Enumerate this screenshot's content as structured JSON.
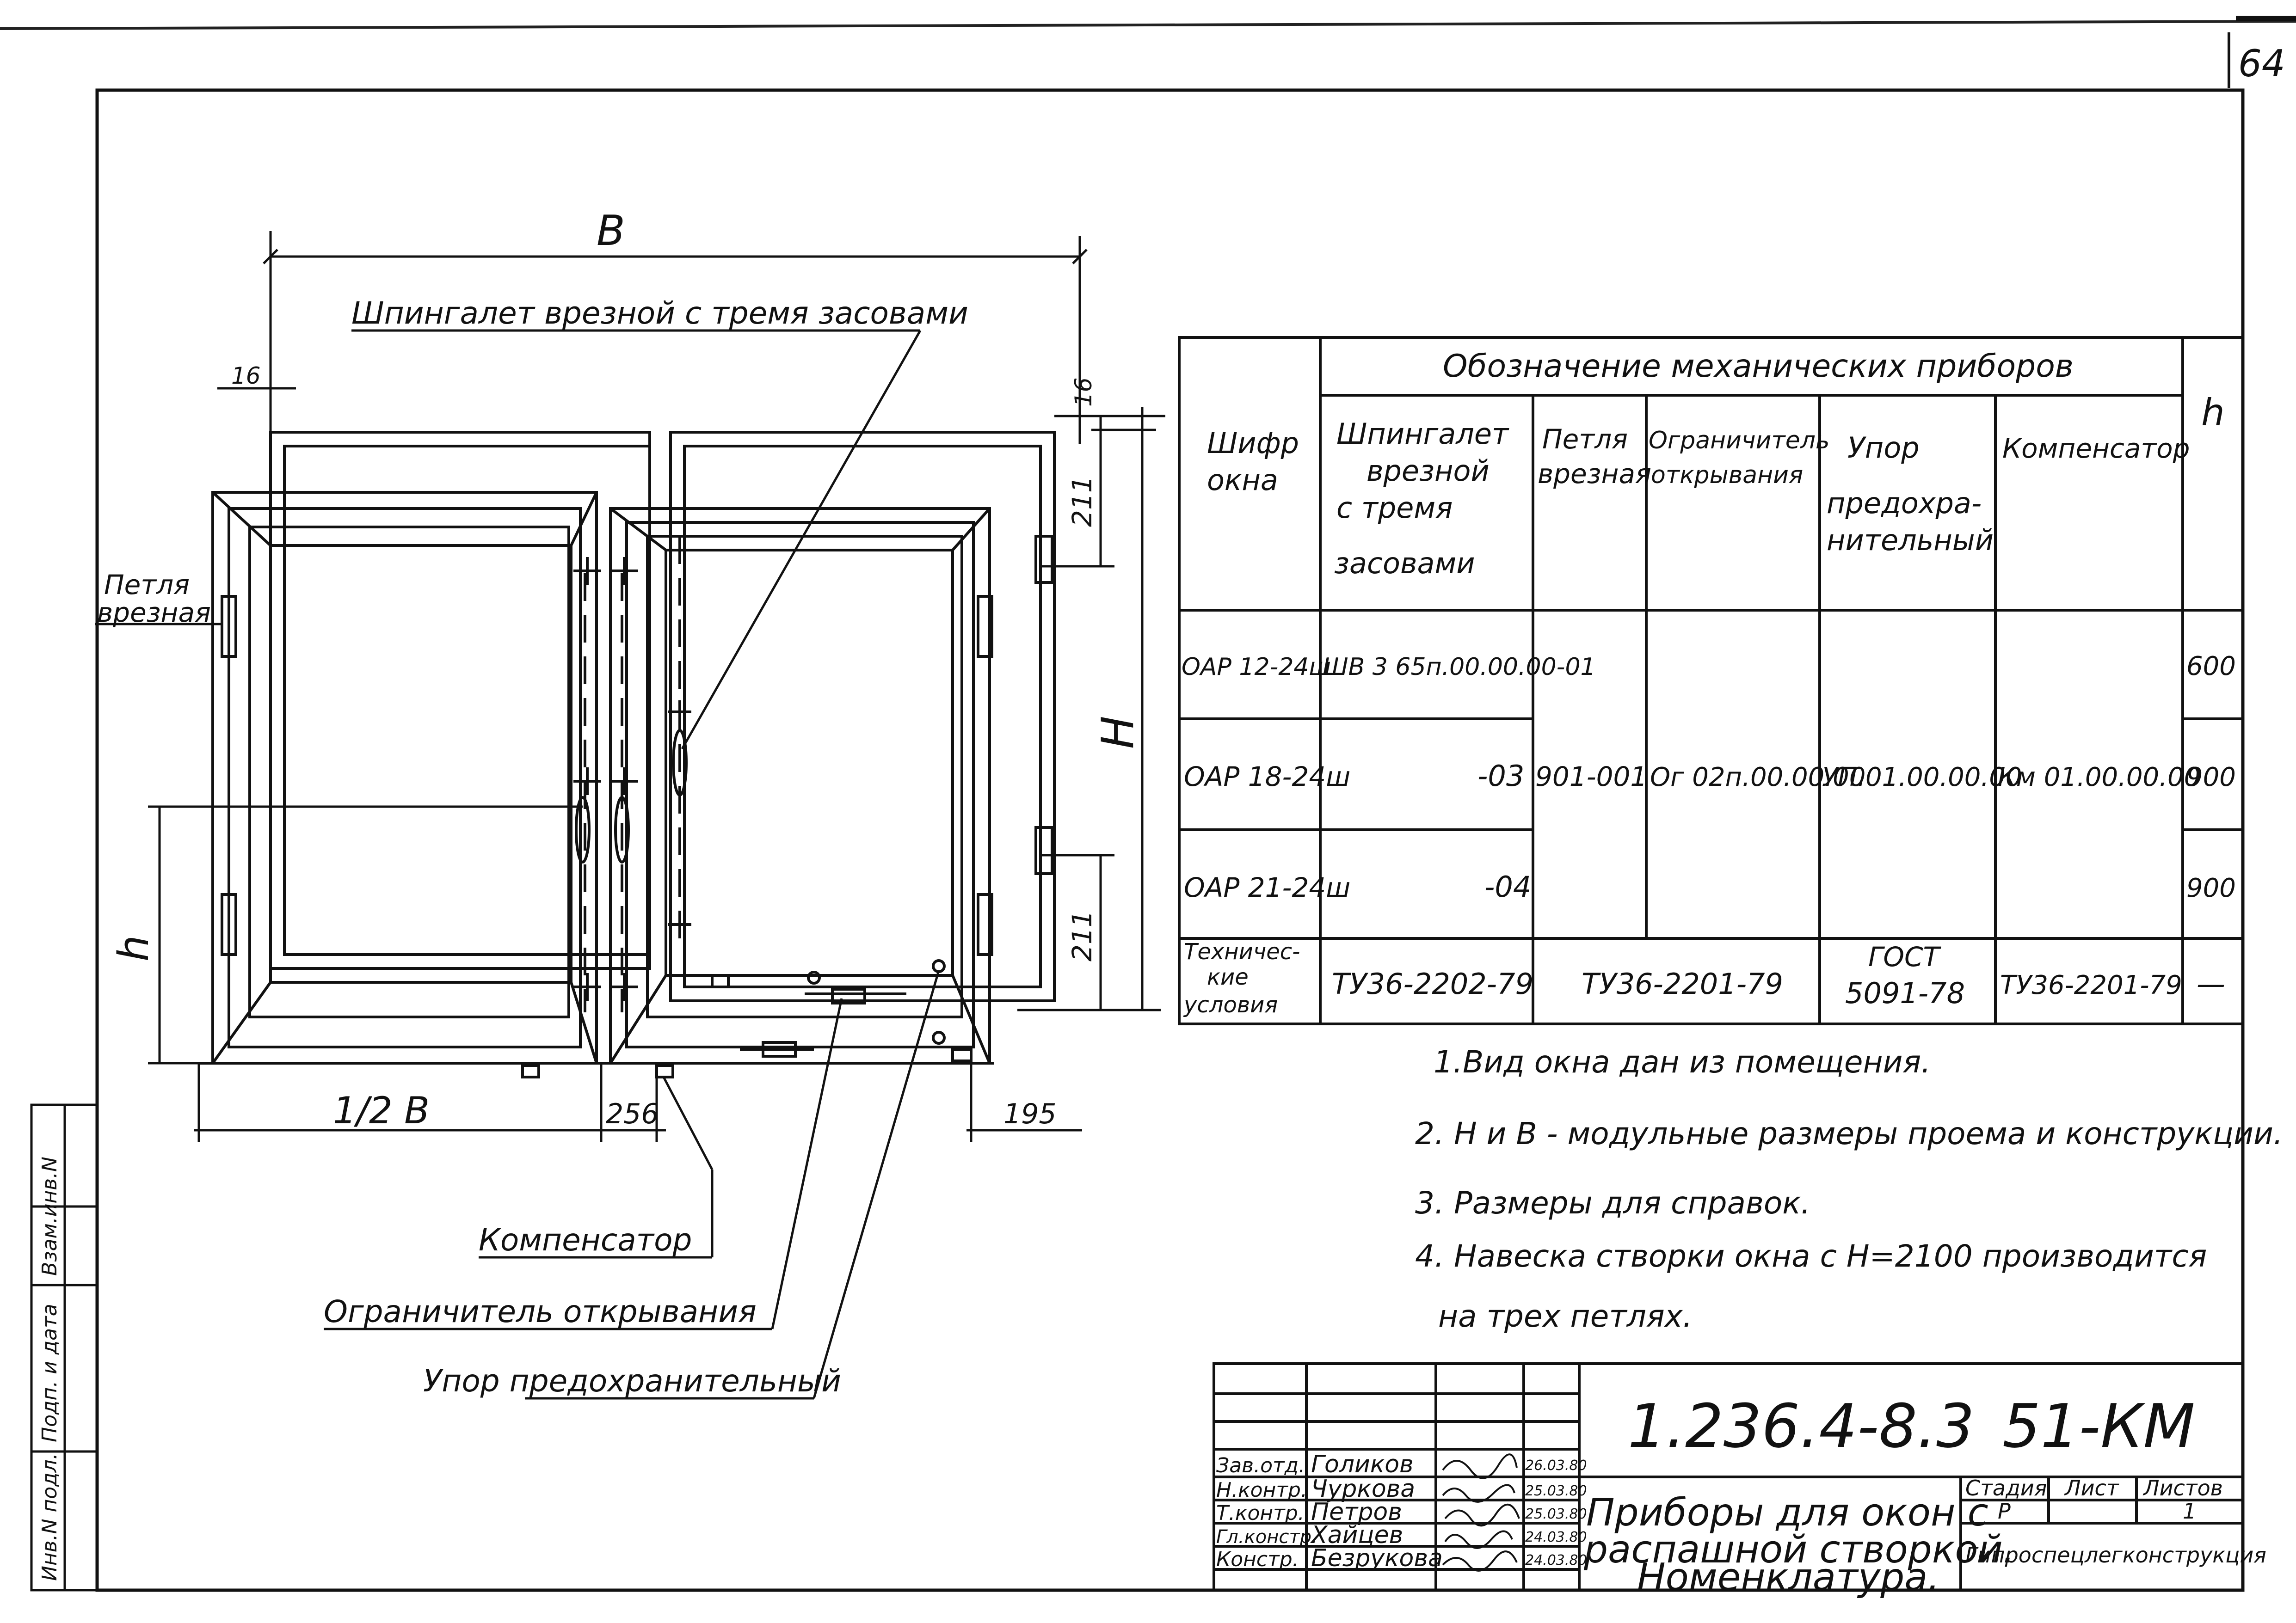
{
  "sheet_number": "64",
  "drawing": {
    "dim_B": "B",
    "dim_16_left": "16",
    "dim_16_right": "16",
    "dim_211_top": "211",
    "dim_211_bottom": "211",
    "dim_H": "H",
    "dim_h": "h",
    "dim_half_B": "1/2 B",
    "dim_256": "256",
    "dim_195": "195",
    "label_espagnolette": "Шпингалет врезной с тремя засовами",
    "label_hinge_line1": "Петля",
    "label_hinge_line2": "врезная",
    "label_compensator": "Компенсатор",
    "label_limiter": "Ограничитель открывания",
    "label_safety_stop": "Упор предохранительный"
  },
  "table": {
    "header_group": "Обозначение механических приборов",
    "col_code": [
      "Шифр",
      "окна"
    ],
    "col_espagnolette": [
      "Шпингалет",
      "врезной",
      "с тремя",
      "засовами"
    ],
    "col_hinge": [
      "Петля",
      "врезная"
    ],
    "col_limiter": [
      "Ограничитель",
      "открывания"
    ],
    "col_stop": [
      "Упор",
      "предохра-",
      "нительный"
    ],
    "col_compensator": "Компенсатор",
    "col_h": "h",
    "rows": [
      {
        "code": "ОАР 12-24ш",
        "espagnolette": "ШВ 3 65п.00.00.00-01",
        "h": "600"
      },
      {
        "code": "ОАР 18-24ш",
        "espagnolette": "-03",
        "h": "900"
      },
      {
        "code": "ОАР 21-24ш",
        "espagnolette": "-04",
        "h": "900"
      }
    ],
    "shared_hinge": "901-001",
    "shared_limiter": "Ог 02п.00.00.00",
    "shared_stop": "УП.01.00.00.00",
    "shared_compensator": "Км 01.00.00.00",
    "tech_label": [
      "Техничес-",
      "кие",
      "условия"
    ],
    "tech_espagnolette": "ТУ36-2202-79",
    "tech_hinge_limiter": "ТУ36-2201-79",
    "tech_stop": [
      "ГОСТ",
      "5091-78"
    ],
    "tech_compensator": "ТУ36-2201-79",
    "tech_h": "—"
  },
  "notes": [
    "1.Вид окна дан из помещения.",
    "2. Н и В - модульные размеры проема и конструкции.",
    "3. Размеры для   справок.",
    "4. Навеска створки окна с  Н=2100 производится",
    "на трех петлях."
  ],
  "side_stamp": [
    "Инв.N подл.",
    "Подп. и дата",
    "Взам.инв.N"
  ],
  "title_block": {
    "doc_code": "1.236.4-8.3",
    "sheet_code": "51-КМ",
    "title_lines": [
      "Приборы для окон с",
      "распашной створкой.",
      "Номенклатура."
    ],
    "stage_label": "Стадия",
    "sheet_label": "Лист",
    "sheets_label": "Листов",
    "stage_value": "Р",
    "sheets_value": "1",
    "org": "Гипроспецлегконструкция",
    "people": [
      {
        "role": "Зав.отд.",
        "name": "Голиков",
        "date": "26.03.80"
      },
      {
        "role": "Н.контр.",
        "name": "Чуркова",
        "date": "25.03.80"
      },
      {
        "role": "Т.контр.",
        "name": "Петров",
        "date": "25.03.80"
      },
      {
        "role": "Гл.констр.",
        "name": "Хайцев",
        "date": "24.03.80"
      },
      {
        "role": "Констр.",
        "name": "Безрукова",
        "date": "24.03.80"
      }
    ]
  }
}
